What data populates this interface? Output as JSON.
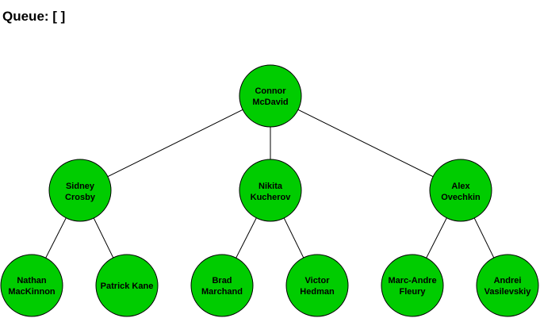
{
  "queue": {
    "label": "Queue:",
    "contents": "[ ]"
  },
  "colors": {
    "node_fill": "#00cc00",
    "node_stroke": "#000000",
    "edge": "#000000"
  },
  "tree": {
    "root": {
      "lines": [
        "Connor",
        "McDavid"
      ],
      "children": [
        {
          "lines": [
            "Sidney",
            "Crosby"
          ],
          "children": [
            {
              "lines": [
                "Nathan",
                "MacKinnon"
              ]
            },
            {
              "lines": [
                "Patrick Kane"
              ]
            }
          ]
        },
        {
          "lines": [
            "Nikita",
            "Kucherov"
          ],
          "children": [
            {
              "lines": [
                "Brad",
                "Marchand"
              ]
            },
            {
              "lines": [
                "Victor",
                "Hedman"
              ]
            }
          ]
        },
        {
          "lines": [
            "Alex",
            "Ovechkin"
          ],
          "children": [
            {
              "lines": [
                "Marc-Andre",
                "Fleury"
              ]
            },
            {
              "lines": [
                "Andrei",
                "Vasilevskiy"
              ]
            }
          ]
        }
      ]
    }
  }
}
